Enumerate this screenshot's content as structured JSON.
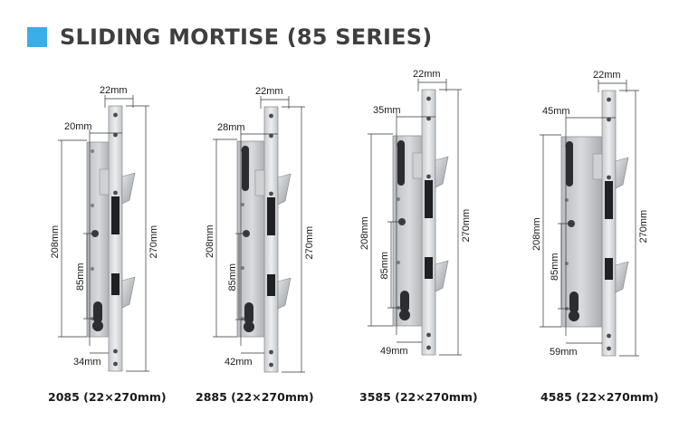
{
  "header": {
    "title": "SLIDING MORTISE (85 SERIES)",
    "accent_color": "#3aaee8"
  },
  "locks": [
    {
      "caption": "2085 (22×270mm)",
      "faceplate": "22mm",
      "backset": "20mm",
      "height": "270mm",
      "lock_height": "208mm",
      "center": "85mm",
      "bottom": "34mm"
    },
    {
      "caption": "2885 (22×270mm)",
      "faceplate": "22mm",
      "backset": "28mm",
      "height": "270mm",
      "lock_height": "208mm",
      "center": "85mm",
      "bottom": "42mm"
    },
    {
      "caption": "3585 (22×270mm)",
      "faceplate": "22mm",
      "backset": "35mm",
      "height": "270mm",
      "lock_height": "208mm",
      "center": "85mm",
      "bottom": "49mm"
    },
    {
      "caption": "4585 (22×270mm)",
      "faceplate": "22mm",
      "backset": "45mm",
      "height": "270mm",
      "lock_height": "208mm",
      "center": "85mm",
      "bottom": "59mm"
    }
  ]
}
